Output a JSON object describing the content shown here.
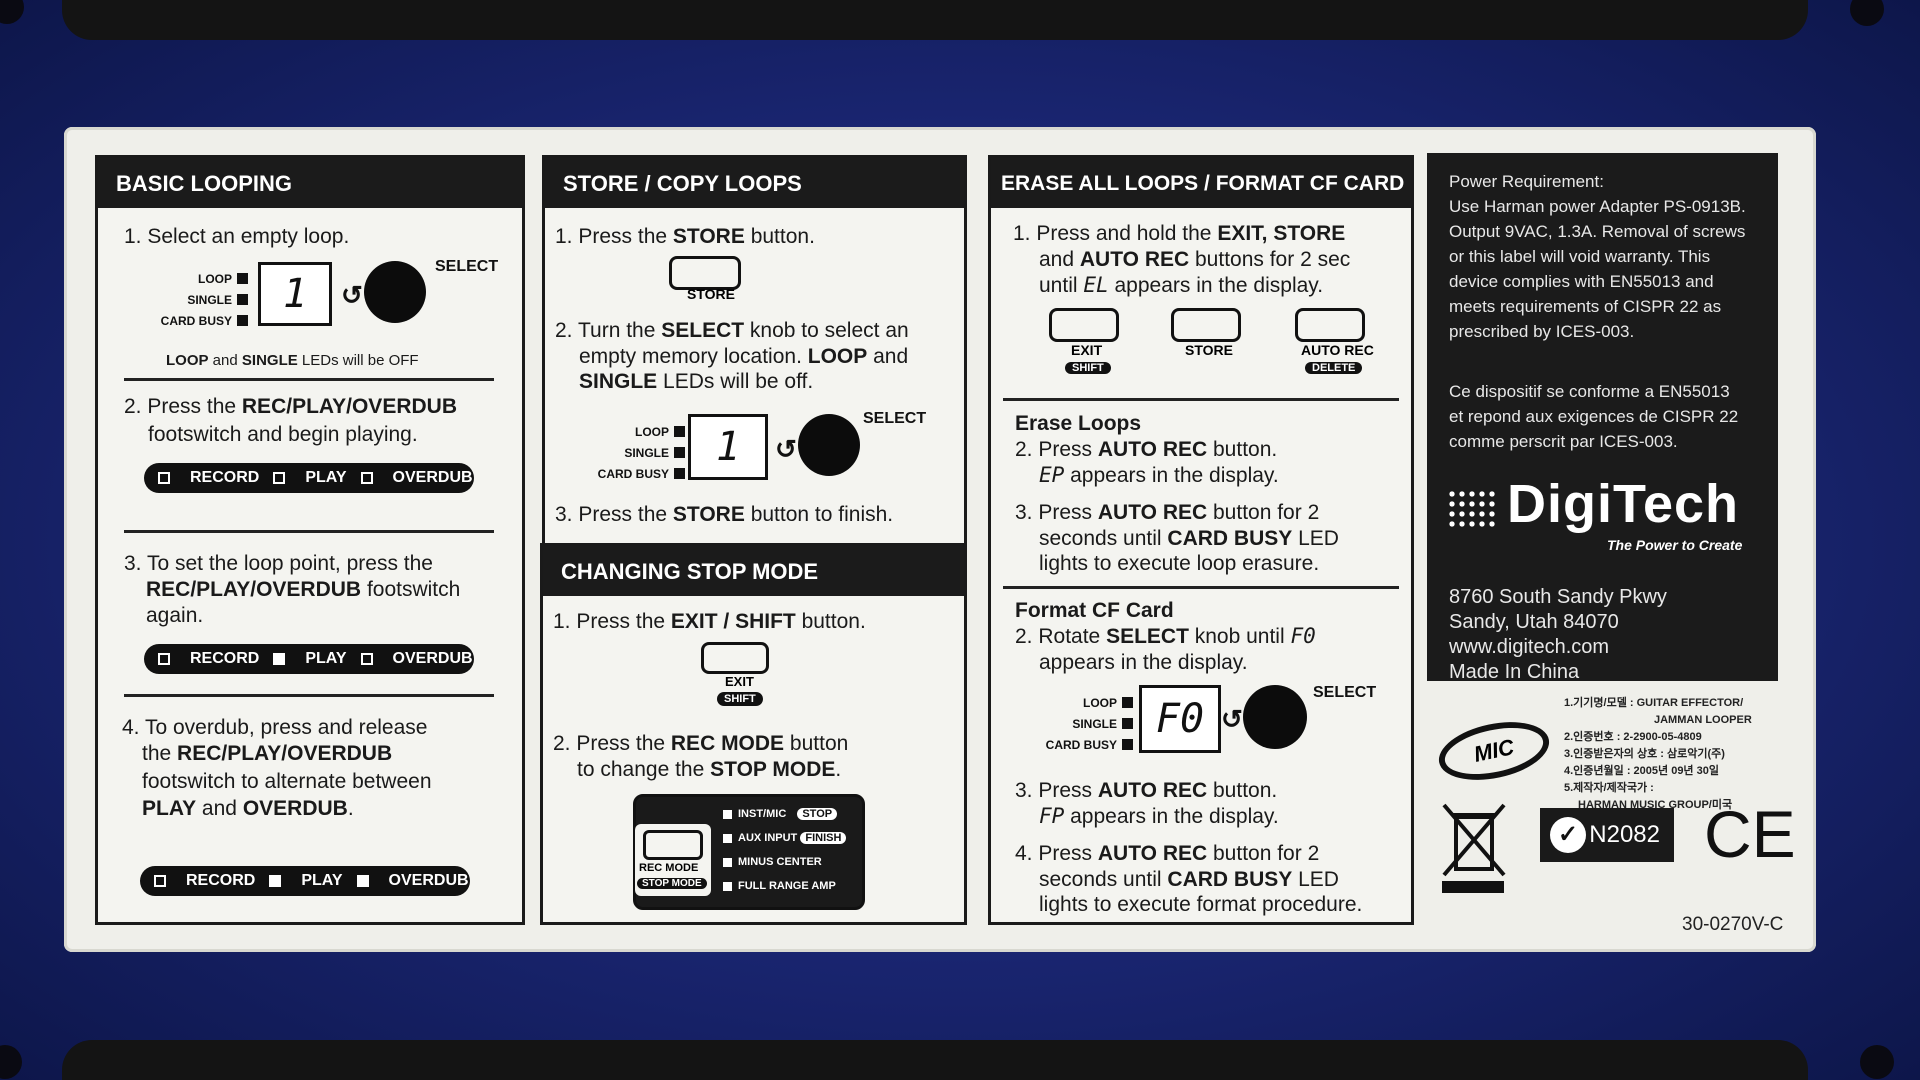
{
  "basic": {
    "title": "BASIC LOOPING",
    "s1": "1. Select an empty loop.",
    "leds": [
      "LOOP",
      "SINGLE",
      "CARD BUSY"
    ],
    "display": "1",
    "select": "SELECT",
    "note_a": "LOOP",
    "note_b": " and ",
    "note_c": "SINGLE",
    "note_d": " LEDs will be OFF",
    "s2a": "2. Press the ",
    "s2b": "REC/PLAY/OVERDUB",
    "s2c": "footswitch and begin playing.",
    "s3a": "3. To set the loop point, press the",
    "s3b": "REC/PLAY/OVERDUB",
    "s3c": " footswitch",
    "s3d": "again.",
    "s4a": "4. To overdub, press and release",
    "s4b": "the ",
    "s4c": "REC/PLAY/OVERDUB",
    "s4d": "footswitch to alternate between",
    "s4e": "PLAY",
    "s4f": " and ",
    "s4g": "OVERDUB",
    "s4h": ".",
    "modes": [
      "RECORD",
      "PLAY",
      "OVERDUB"
    ]
  },
  "store": {
    "title": "STORE / COPY LOOPS",
    "s1a": "1. Press the ",
    "s1b": "STORE",
    "s1c": " button.",
    "btn": "STORE",
    "s2a": "2. Turn the ",
    "s2b": "SELECT",
    "s2c": " knob to select an",
    "s2d": "empty memory location.  ",
    "s2e": "LOOP",
    "s2f": " and",
    "s2g": "SINGLE",
    "s2h": " LEDs will be off.",
    "display": "1",
    "s3a": "3. Press the ",
    "s3b": "STORE",
    "s3c": " button to finish."
  },
  "stop": {
    "title": "CHANGING STOP MODE",
    "s1a": "1. Press the ",
    "s1b": "EXIT / SHIFT",
    "s1c": " button.",
    "btn": "EXIT",
    "btn_sub": "SHIFT",
    "s2a": "2. Press the ",
    "s2b": "REC MODE",
    "s2c": " button",
    "s2d": "to change the ",
    "s2e": "STOP MODE",
    "s2f": ".",
    "rec_btn": "REC MODE",
    "rec_sub": "STOP MODE",
    "options": [
      "INST/MIC",
      "AUX INPUT",
      "MINUS CENTER",
      "FULL RANGE AMP"
    ],
    "tags": [
      "STOP",
      "FINISH"
    ]
  },
  "erase": {
    "title": "ERASE ALL LOOPS / FORMAT CF CARD",
    "s1a": "1. Press and hold the ",
    "s1b": "EXIT, STORE",
    "s1c": "and ",
    "s1d": "AUTO REC",
    "s1e": " buttons for 2 sec",
    "s1f": "until ",
    "s1g": "EL",
    "s1h": " appears in the display.",
    "btns": [
      "EXIT",
      "STORE",
      "AUTO REC"
    ],
    "btn_subs": [
      "SHIFT",
      "DELETE"
    ],
    "h2": "Erase Loops",
    "e2a": "2. Press ",
    "e2b": "AUTO REC",
    "e2c": " button.",
    "e2d": "EP",
    "e2e": " appears in the display.",
    "e3a": "3. Press ",
    "e3b": "AUTO REC",
    "e3c": " button for 2",
    "e3d": "seconds until ",
    "e3e": "CARD BUSY",
    "e3f": " LED",
    "e3g": "lights to execute loop erasure.",
    "h3": "Format CF Card",
    "f2a": "2. Rotate ",
    "f2b": "SELECT",
    "f2c": " knob until ",
    "f2d": "F0",
    "f2e": "appears in the display.",
    "display": "F0",
    "f3a": "3. Press ",
    "f3b": "AUTO REC",
    "f3c": " button.",
    "f3d": "FP",
    "f3e": " appears in the display.",
    "f4a": "4. Press ",
    "f4b": "AUTO REC",
    "f4c": " button for 2",
    "f4d": "seconds until ",
    "f4e": "CARD BUSY",
    "f4f": " LED",
    "f4g": "lights to execute format procedure."
  },
  "info": {
    "power": [
      "Power Requirement:",
      "Use Harman power Adapter PS-0913B.",
      "Output 9VAC, 1.3A.  Removal of screws",
      "or this label will void warranty.  This",
      "device complies with EN55013 and",
      "meets requirements of CISPR 22 as",
      "prescribed by ICES-003."
    ],
    "french": [
      "Ce dispositif se conforme a EN55013",
      "et repond aux exigences de CISPR 22",
      "comme perscrit par ICES-003."
    ],
    "logo": "DigiTech",
    "tagline": "The Power to Create",
    "address": [
      "8760 South Sandy Pkwy",
      "Sandy, Utah 84070",
      "www.digitech.com",
      "Made In China"
    ],
    "mic": "MIC",
    "korean": [
      "1.기기명/모델 : GUITAR EFFECTOR/",
      "JAMMAN LOOPER",
      "2.인증번호 : 2-2900-05-4809",
      "3.인증받은자의 상호 : 삼로악기(주)",
      "4.인증년월일 : 2005년 09년 30일",
      "5.제작자/제작국가 :",
      "HARMAN MUSIC GROUP/미국"
    ],
    "n_code": "N2082",
    "ce": "CE",
    "part": "30-0270V-C"
  }
}
